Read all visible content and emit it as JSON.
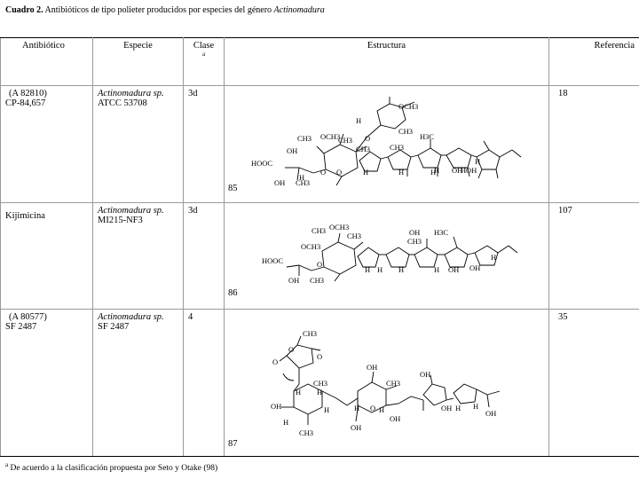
{
  "caption": {
    "label": "Cuadro 2.",
    "text": " Antibióticos de tipo polieter producidos por especies del género ",
    "genus": "Actinomadura"
  },
  "headers": {
    "antibiotico": "Antibiótico",
    "especie": "Especie",
    "clase": "Clase",
    "clase_mark": "a",
    "estructura": "Estructura",
    "referencia": "Referencia"
  },
  "rows": [
    {
      "antibiotico_line1": "(A 82810)",
      "antibiotico_line2": "CP-84,657",
      "especie_line1": "Actinomadura sp.",
      "especie_line2": "ATCC 53708",
      "clase": "3d",
      "compound_number": "85",
      "referencia": "18"
    },
    {
      "antibiotico_line1": "Kijimicina",
      "antibiotico_line2": "",
      "especie_line1": "Actinomadura sp.",
      "especie_line2": "MI215-NF3",
      "clase": "3d",
      "compound_number": "86",
      "referencia": "107"
    },
    {
      "antibiotico_line1": "(A 80577)",
      "antibiotico_line2": "SF 2487",
      "especie_line1": "Actinomadura sp.",
      "especie_line2": "SF 2487",
      "clase": "4",
      "compound_number": "87",
      "referencia": "35"
    }
  ],
  "structure_labels": {
    "hooc": "HOOC",
    "ch3": "CH3",
    "och3": "OCH3",
    "oh": "OH",
    "h": "H",
    "o": "O",
    "h3c": "H3C"
  },
  "footnote": {
    "mark": "a",
    "text": " De acuerdo a la clasificación propuesta por Seto y Otake (98)"
  }
}
